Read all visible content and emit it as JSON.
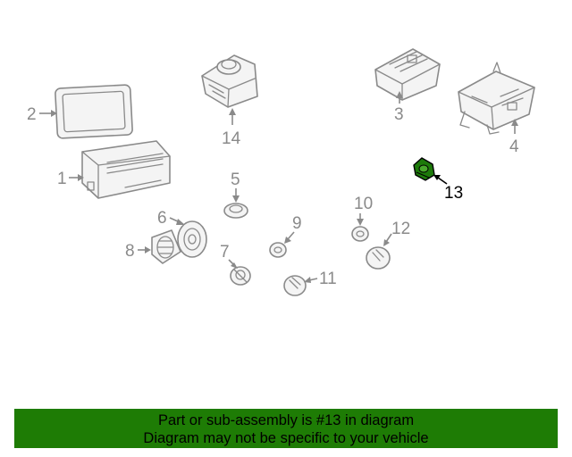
{
  "callouts": {
    "c1": "1",
    "c2": "2",
    "c3": "3",
    "c4": "4",
    "c5": "5",
    "c6": "6",
    "c7": "7",
    "c8": "8",
    "c9": "9",
    "c10": "10",
    "c11": "11",
    "c12": "12",
    "c13": "13",
    "c14": "14"
  },
  "highlight": {
    "part": "13",
    "color": "#1e7c05"
  },
  "banner": {
    "line1": "Part or sub-assembly is #13 in diagram",
    "line2": "Diagram may not be specific to your vehicle"
  }
}
